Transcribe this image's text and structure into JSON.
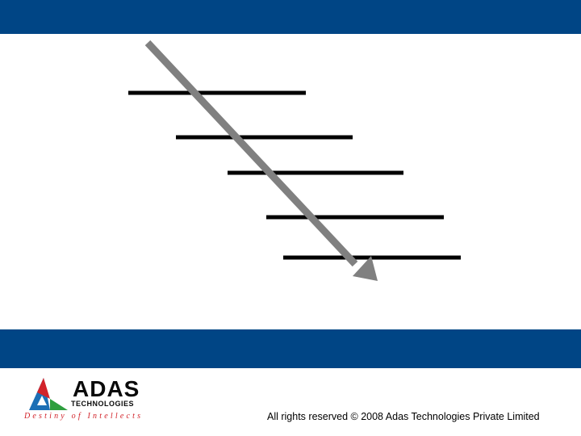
{
  "colors": {
    "band": "#004585",
    "line": "#000000",
    "arrow": "#808080",
    "logo_red": "#d2232a",
    "logo_green": "#2e9e3e",
    "logo_blue": "#1c6fb5"
  },
  "logo": {
    "word": "ADAS",
    "sub": "TECHNOLOGIES",
    "tagline": "Destiny of Intellects"
  },
  "footer": {
    "copyright": "All rights reserved © 2008 Adas Technologies Private Limited"
  },
  "icons": {
    "arrow": "diagonal-arrow-icon",
    "logo": "adas-triangle-logo-icon"
  }
}
